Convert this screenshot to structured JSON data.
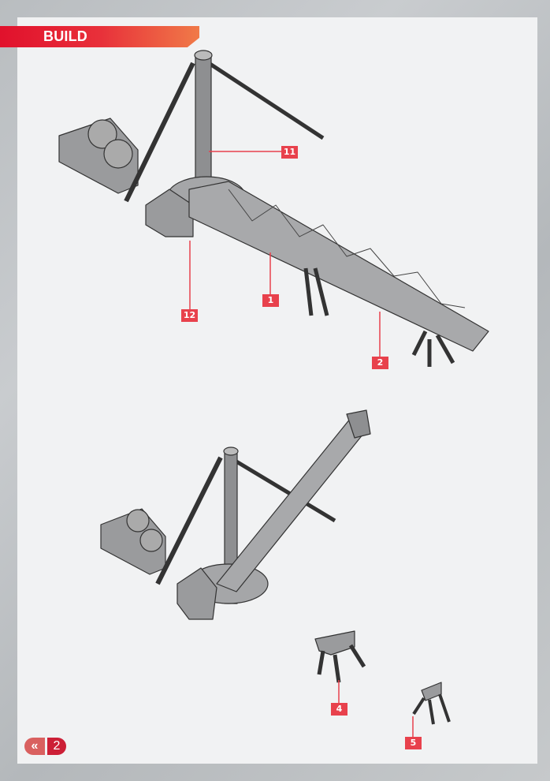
{
  "header": {
    "title": "BUILD"
  },
  "callouts": {
    "c11": "11",
    "c12": "12",
    "c1": "1",
    "c2": "2",
    "c4": "4",
    "c5": "5"
  },
  "footer": {
    "prev_icon": "«",
    "page_number": "2"
  },
  "colors": {
    "accent": "#e1112c",
    "callout": "#e8414c",
    "page": "#cc1f36"
  }
}
